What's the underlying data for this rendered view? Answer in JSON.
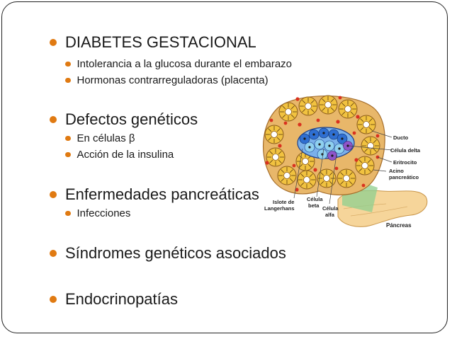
{
  "bullets": {
    "diabetes": {
      "title": "DIABETES GESTACIONAL",
      "sub": [
        "Intolerancia a la glucosa durante el embarazo",
        "Hormonas contrarreguladoras (placenta)"
      ]
    },
    "defectos": {
      "title": "Defectos genéticos",
      "sub": [
        "En células β",
        "Acción de la insulina"
      ]
    },
    "enfermedades": {
      "title": "Enfermedades pancreáticas",
      "sub": [
        "Infecciones"
      ]
    },
    "sindromes": {
      "title": "Síndromes genéticos asociados"
    },
    "endocrino": {
      "title": "Endocrinopatías"
    }
  },
  "illustration": {
    "labels": {
      "ducto": "Ducto",
      "celula_delta": "Célula delta",
      "eritrocito": "Eritrocito",
      "acino_1": "Acino",
      "acino_2": "pancreático",
      "islote_1": "Islote de",
      "islote_2": "Langerhans",
      "beta_1": "Célula",
      "beta_2": "beta",
      "alfa_1": "Célula",
      "alfa_2": "alfa",
      "pancreas": "Páncreas"
    }
  },
  "colors": {
    "bullet": "#e07a12",
    "tissue": "#e8b76a",
    "acinus": "#f1c240",
    "islet_blue": "#2f6fd1",
    "islet_violet": "#8f55c9",
    "pancreas": "#f6d59a"
  }
}
